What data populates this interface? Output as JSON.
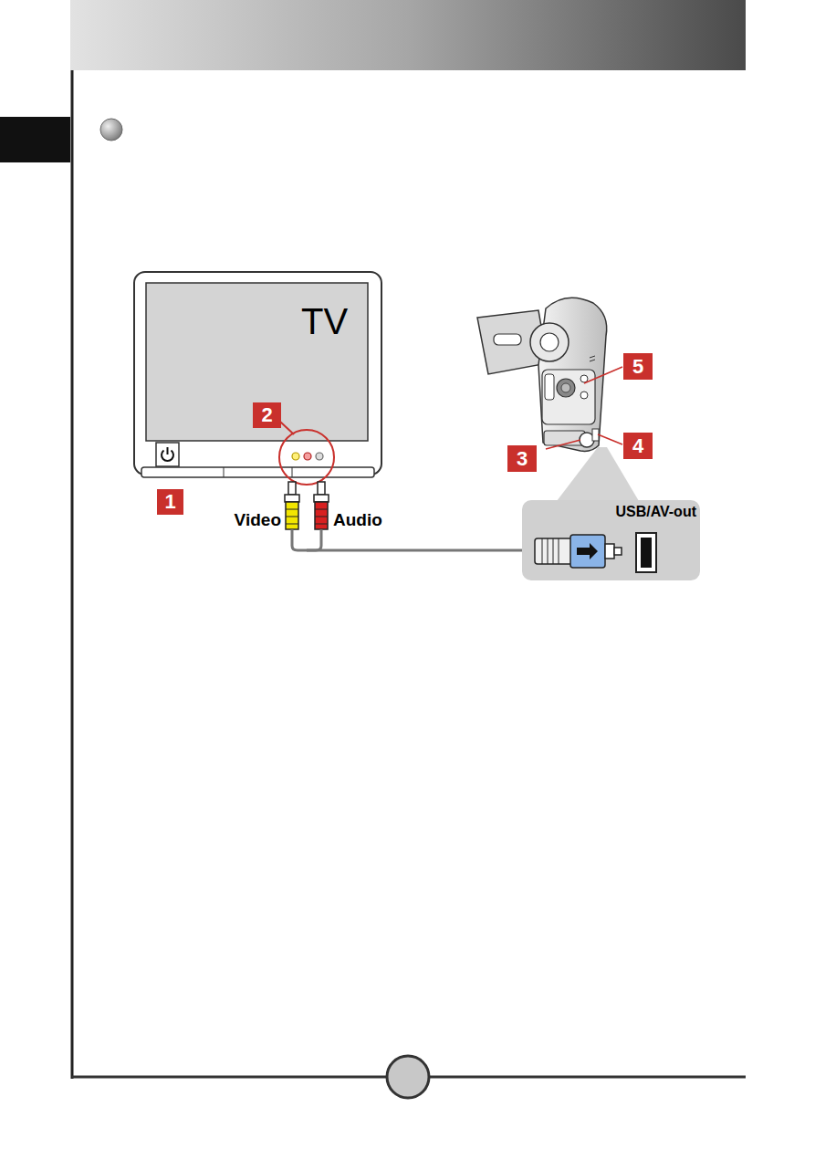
{
  "diagram": {
    "labels": [
      "TV",
      "2",
      "1",
      "5",
      "4",
      "3",
      "Video",
      "Audio",
      "USB/AV-out"
    ]
  }
}
